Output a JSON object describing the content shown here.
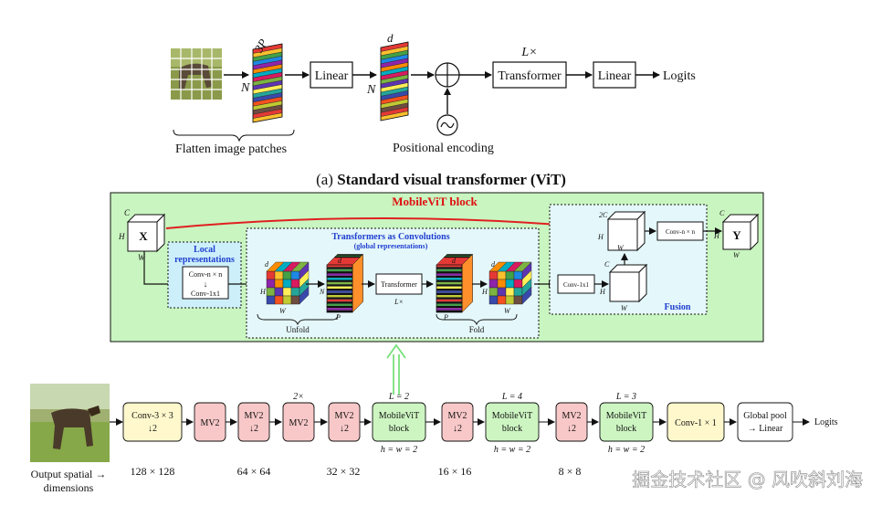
{
  "vit": {
    "patch_dim_label": "3P",
    "n_label": "N",
    "linear_label": "Linear",
    "d_label": "d",
    "transformer_label": "Transformer",
    "repeat_label": "L×",
    "logits_label": "Logits",
    "flatten_caption": "Flatten image patches",
    "positional_caption": "Positional encoding",
    "caption_prefix": "(a) ",
    "caption_bold": "Standard visual transformer (ViT)"
  },
  "block": {
    "title": "MobileViT block",
    "c_label": "C",
    "h_label": "H",
    "w_label": "W",
    "x_label": "X",
    "y_label": "Y",
    "local_title_1": "Local",
    "local_title_2": "representations",
    "convn_label": "Conv-n × n",
    "arrow_down": "↓",
    "conv1_label": "Conv-1x1",
    "tac_title": "Transformers as Convolutions",
    "tac_subtitle": "(global representations)",
    "p_label": "P",
    "transformer_label": "Transformer",
    "repeat_label": "L×",
    "unfold_label": "Unfold",
    "fold_label": "Fold",
    "conv1_fusion_label": "Conv-1x1",
    "convn_fusion_label": "Conv-n × n",
    "c2_label": "2C",
    "fusion_label": "Fusion"
  },
  "pipeline": {
    "stages": [
      {
        "line1": "Conv-3 × 3",
        "line2": "↓2",
        "above": "",
        "below": ""
      },
      {
        "line1": "MV2",
        "line2": "",
        "above": "",
        "below": ""
      },
      {
        "line1": "MV2",
        "line2": "↓2",
        "above": "",
        "below": ""
      },
      {
        "line1": "MV2",
        "line2": "",
        "above": "2×",
        "below": ""
      },
      {
        "line1": "MV2",
        "line2": "↓2",
        "above": "",
        "below": ""
      },
      {
        "line1": "MobileViT",
        "line2": "block",
        "above": "L = 2",
        "below": "h = w = 2"
      },
      {
        "line1": "MV2",
        "line2": "↓2",
        "above": "",
        "below": ""
      },
      {
        "line1": "MobileViT",
        "line2": "block",
        "above": "L = 4",
        "below": "h = w = 2"
      },
      {
        "line1": "MV2",
        "line2": "↓2",
        "above": "",
        "below": ""
      },
      {
        "line1": "MobileViT",
        "line2": "block",
        "above": "L = 3",
        "below": "h = w = 2"
      },
      {
        "line1": "Conv-1 × 1",
        "line2": "",
        "above": "",
        "below": ""
      },
      {
        "line1": "Global pool",
        "line2": "→ Linear",
        "above": "",
        "below": ""
      }
    ],
    "logits_label": "Logits",
    "output_label_1": "Output spatial →",
    "output_label_2": "dimensions",
    "dims": [
      "128 × 128",
      "64 × 64",
      "32 × 32",
      "16 × 16",
      "8 × 8"
    ]
  },
  "colors": {
    "conv_fill": "#fff8cc",
    "mv2_fill": "#f8c8c8",
    "vit_fill": "#cdf5c2",
    "block_bg": "#c9f5c0",
    "highlight_arrow": "#78e07a",
    "skip_arrow": "#e02020",
    "title_red": "#e01010",
    "blue_text": "#1f3fd0"
  },
  "watermark": "掘金技术社区 @ 风吹斜刘海"
}
